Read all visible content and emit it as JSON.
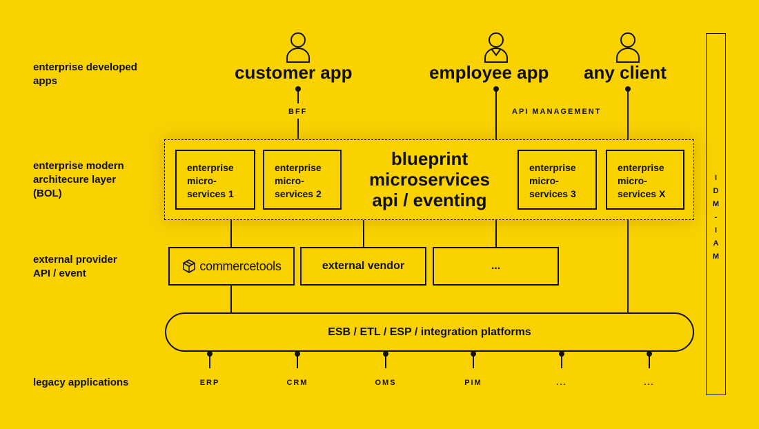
{
  "layers": {
    "apps_label": "enterprise developed\napps",
    "bol_label": "enterprise modern\narchitecure layer\n(BOL)",
    "provider_label": "external provider\nAPI / event",
    "legacy_label": "legacy applications"
  },
  "apps": [
    {
      "title": "customer app",
      "icon": "user-icon"
    },
    {
      "title": "employee app",
      "icon": "user-tie-icon"
    },
    {
      "title": "any client",
      "icon": "user-icon"
    }
  ],
  "connectors": {
    "bff": "BFF",
    "api_management": "API MANAGEMENT"
  },
  "bol": {
    "title": "blueprint\nmicroservices\napi / eventing",
    "microservices": [
      "enterprise\nmicro-\nservices 1",
      "enterprise\nmicro-\nservices 2",
      "enterprise\nmicro-\nservices 3",
      "enterprise\nmicro-\nservices X"
    ]
  },
  "providers": [
    {
      "label": "commercetools",
      "icon": "commercetools-logo-icon"
    },
    {
      "label": "external vendor"
    },
    {
      "label": "..."
    }
  ],
  "integration": {
    "label": "ESB / ETL / ESP / integration platforms"
  },
  "legacy_apps": [
    "ERP",
    "CRM",
    "OMS",
    "PIM",
    "...",
    "..."
  ],
  "side_bar": {
    "label": "I\nD\nM\n-\nI\nA\nM"
  },
  "colors": {
    "background": "#FAD200",
    "ink": "#111111"
  }
}
